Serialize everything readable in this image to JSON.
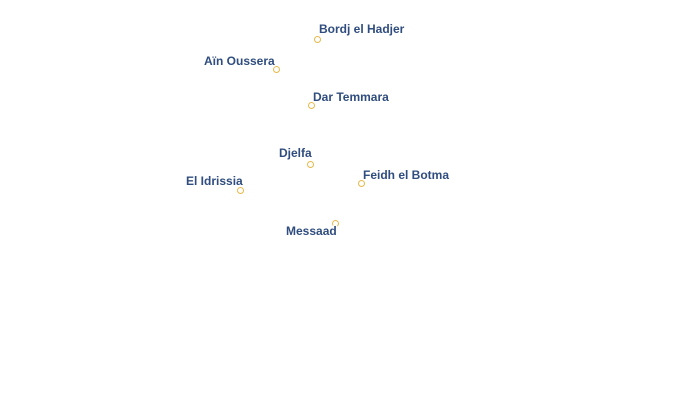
{
  "map": {
    "marker_color": "#e8b94a",
    "label_color": "#2f4d7e",
    "cities": [
      {
        "name": "Bordj el Hadjer"
      },
      {
        "name": "Aïn Oussera"
      },
      {
        "name": "Dar Temmara"
      },
      {
        "name": "Djelfa"
      },
      {
        "name": "Feidh el Botma"
      },
      {
        "name": "El Idrissia"
      },
      {
        "name": "Messaad"
      }
    ]
  }
}
